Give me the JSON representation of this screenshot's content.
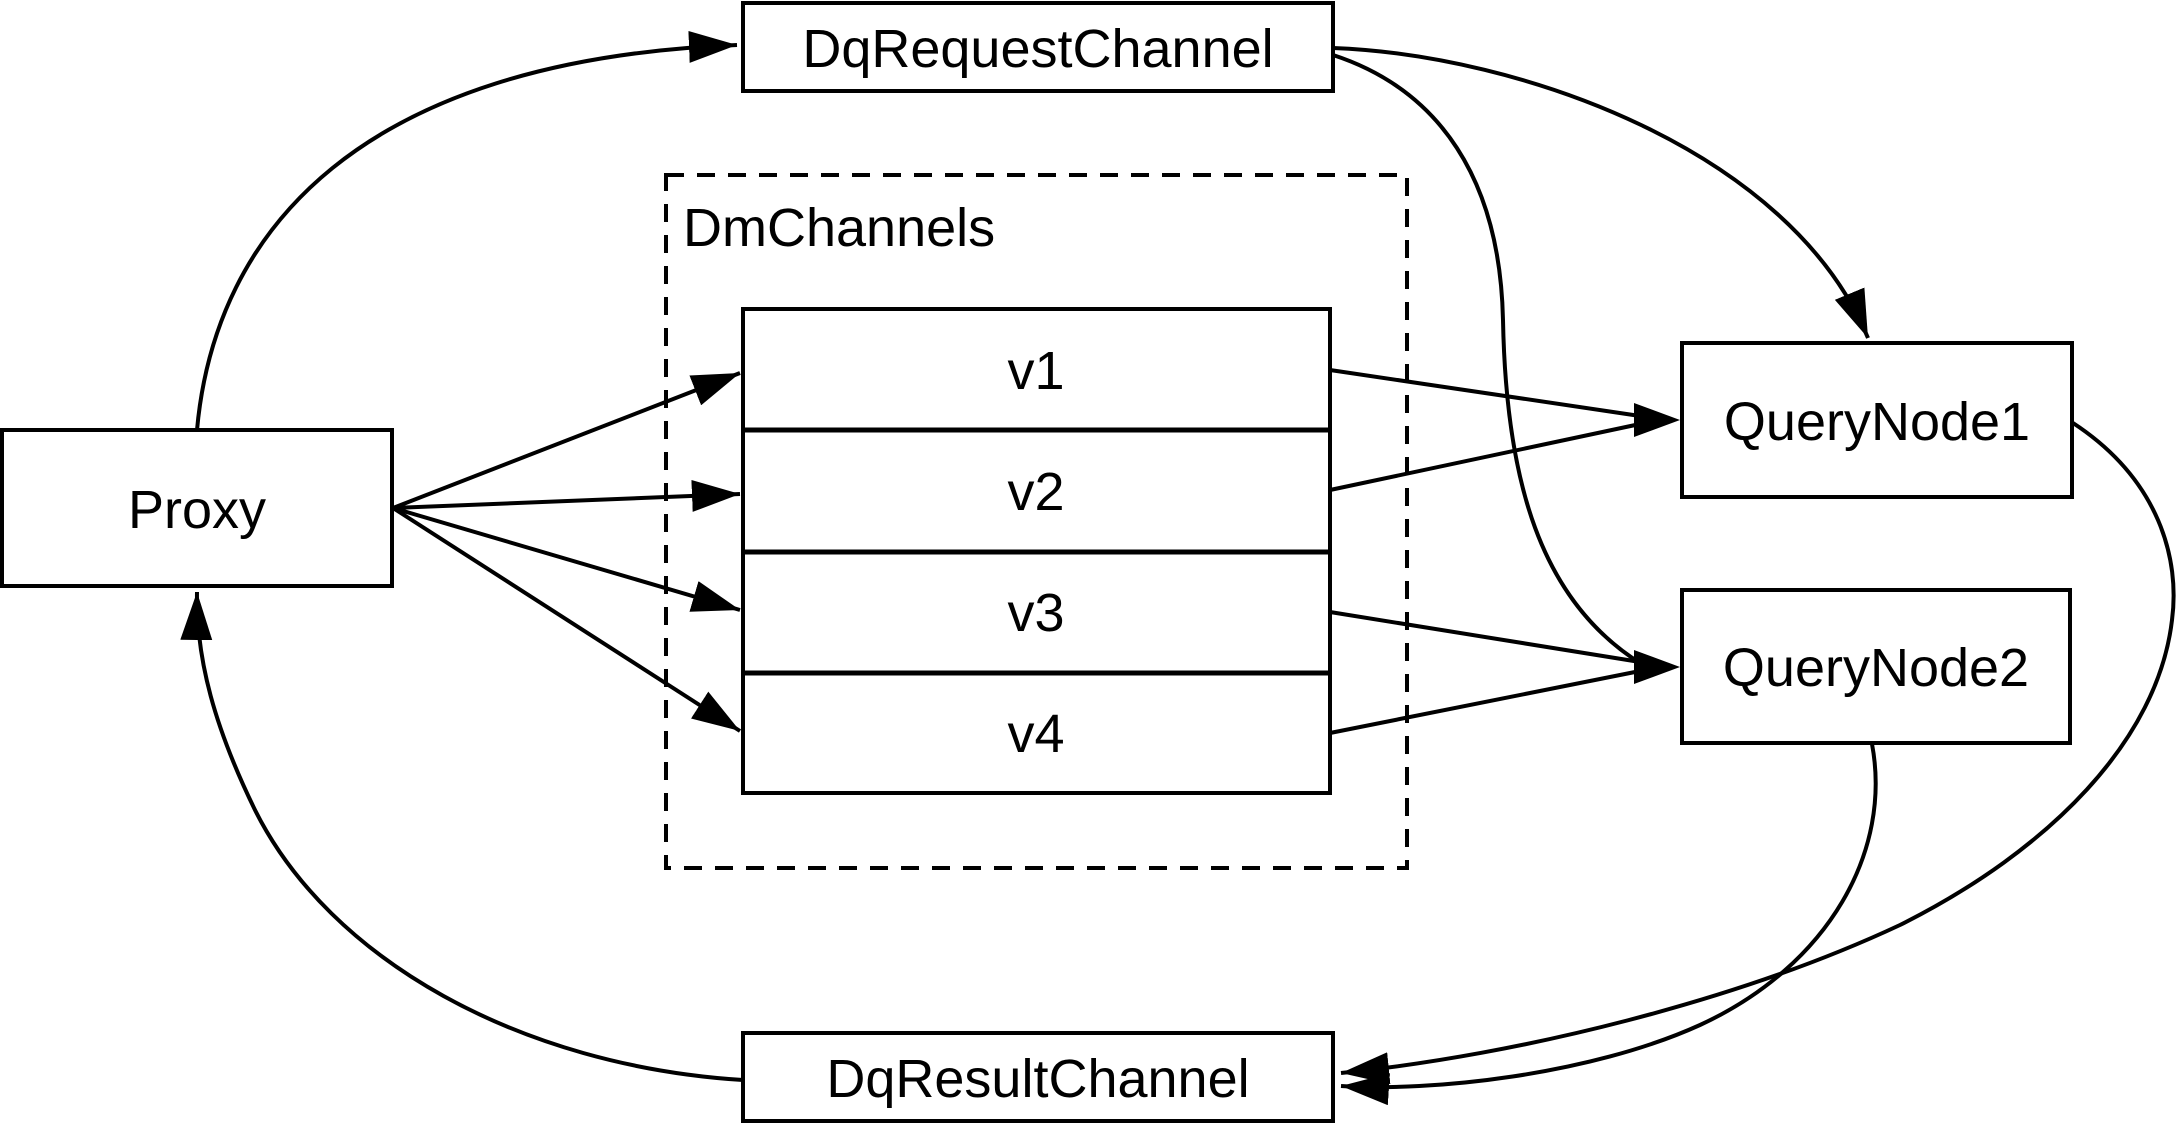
{
  "colors": {
    "stroke": "#000000",
    "node_fill": "#ffffff",
    "background": "#ffffff"
  },
  "nodes": {
    "proxy": {
      "label": "Proxy"
    },
    "dq_request_channel": {
      "label": "DqRequestChannel"
    },
    "dm_channels": {
      "label": "DmChannels"
    },
    "v1": {
      "label": "v1"
    },
    "v2": {
      "label": "v2"
    },
    "v3": {
      "label": "v3"
    },
    "v4": {
      "label": "v4"
    },
    "query_node_1": {
      "label": "QueryNode1"
    },
    "query_node_2": {
      "label": "QueryNode2"
    },
    "dq_result_channel": {
      "label": "DqResultChannel"
    }
  },
  "edges": [
    {
      "from": "proxy",
      "to": "dq_request_channel"
    },
    {
      "from": "proxy",
      "to": "v1"
    },
    {
      "from": "proxy",
      "to": "v2"
    },
    {
      "from": "proxy",
      "to": "v3"
    },
    {
      "from": "proxy",
      "to": "v4"
    },
    {
      "from": "dq_request_channel",
      "to": "query_node_1"
    },
    {
      "from": "dq_request_channel",
      "to": "query_node_2"
    },
    {
      "from": "v1",
      "to": "query_node_1"
    },
    {
      "from": "v2",
      "to": "query_node_1"
    },
    {
      "from": "v3",
      "to": "query_node_2"
    },
    {
      "from": "v4",
      "to": "query_node_2"
    },
    {
      "from": "query_node_1",
      "to": "dq_result_channel"
    },
    {
      "from": "query_node_2",
      "to": "dq_result_channel"
    },
    {
      "from": "dq_result_channel",
      "to": "proxy"
    }
  ]
}
